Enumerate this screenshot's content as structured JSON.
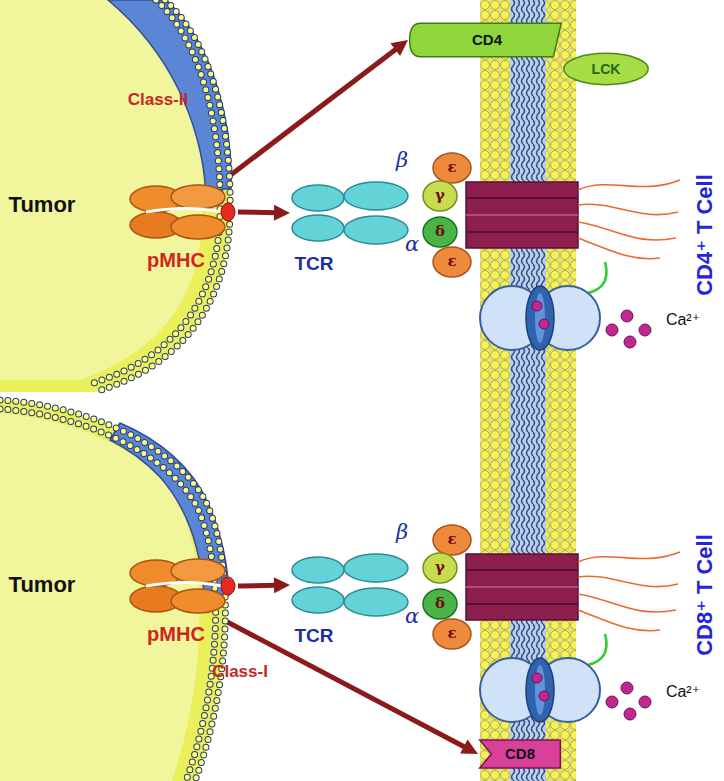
{
  "diagram": {
    "nodes": [
      {
        "text": [
          "Tumor"
        ]
      },
      {
        "text": [
          "pMHC"
        ],
        "in": 0
      },
      {
        "text": [
          "CD4"
        ]
      },
      {
        "text": [
          "LCK"
        ]
      },
      {
        "text": [
          "TCR",
          "β",
          "α"
        ]
      },
      {
        "text": [
          "Tumor"
        ]
      },
      {
        "text": [
          "pMHC"
        ],
        "in": 5
      },
      {
        "text": [
          "TCR",
          "β",
          "α"
        ]
      },
      {
        "text": [
          "CD8"
        ]
      }
    ],
    "edges": [
      {
        "from": 1,
        "to": 4,
        "arrow": "to"
      },
      {
        "from": 1,
        "to": 2,
        "label": "Class-II",
        "arrow": "to"
      },
      {
        "from": 6,
        "to": 7,
        "arrow": "to"
      },
      {
        "from": 6,
        "to": 8,
        "label": "Class-I",
        "arrow": "to"
      }
    ],
    "labels": [
      "ε",
      "γ",
      "δ",
      "ε",
      "Ca²⁺",
      "CD4⁺ T Cell",
      "ε",
      "γ",
      "δ",
      "ε",
      "Ca²⁺",
      "CD8⁺ T Cell"
    ]
  }
}
